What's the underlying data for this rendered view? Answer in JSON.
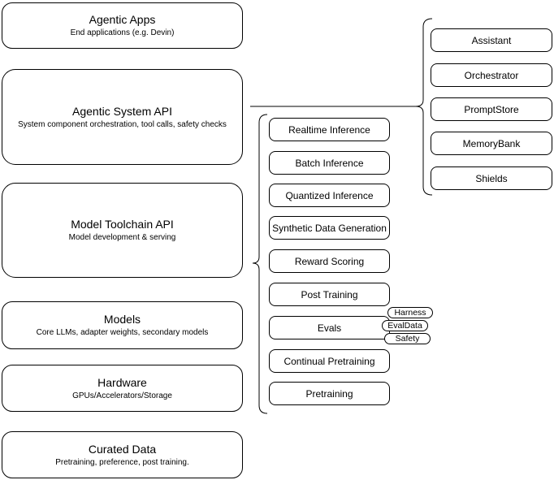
{
  "layers": [
    {
      "title": "Agentic Apps",
      "subtitle": "End applications (e.g. Devin)"
    },
    {
      "title": "Agentic System API",
      "subtitle": "System component orchestration, tool calls, safety checks"
    },
    {
      "title": "Model Toolchain API",
      "subtitle": "Model development & serving"
    },
    {
      "title": "Models",
      "subtitle": "Core LLMs, adapter weights, secondary models"
    },
    {
      "title": "Hardware",
      "subtitle": "GPUs/Accelerators/Storage"
    },
    {
      "title": "Curated Data",
      "subtitle": "Pretraining, preference, post training."
    }
  ],
  "toolchain": {
    "items": [
      "Realtime Inference",
      "Batch Inference",
      "Quantized Inference",
      "Synthetic Data Generation",
      "Reward Scoring",
      "Post Training",
      "Evals",
      "Continual Pretraining",
      "Pretraining"
    ]
  },
  "evals": {
    "tags": [
      "Harness",
      "EvalData",
      "Safety"
    ]
  },
  "system": {
    "components": [
      "Assistant",
      "Orchestrator",
      "PromptStore",
      "MemoryBank",
      "Shields"
    ]
  },
  "colors": {
    "background": "#ffffff",
    "box_fill": "#ffffff",
    "box_border": "#000000",
    "line": "#000000"
  }
}
